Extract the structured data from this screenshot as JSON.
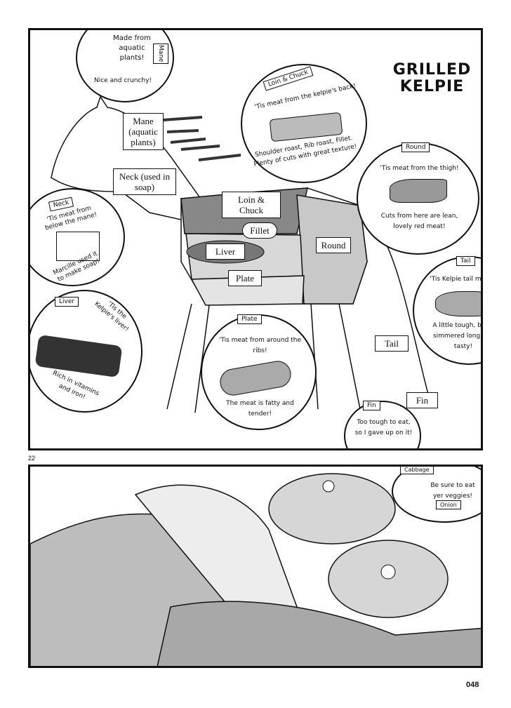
{
  "title": "GRILLED KELPIE",
  "page_number": "22",
  "folio": "048",
  "diagram_labels": {
    "mane": "Mane (aquatic plants)",
    "neck": "Neck (used in soap)",
    "loin_chuck": "Loin & Chuck",
    "fillet": "Fillet",
    "liver": "Liver",
    "plate": "Plate",
    "round": "Round",
    "tail": "Tail",
    "fin": "Fin"
  },
  "bubbles": {
    "mane": {
      "tag": "Mane",
      "line1": "Made from aquatic plants!",
      "line2": "Nice and crunchy!"
    },
    "loin_chuck": {
      "tag": "Loin & Chuck",
      "line1": "'Tis meat from the kelpie's back!",
      "line2": "Shoulder roast, Rib roast, Fillet. Plenty of cuts with great texture!"
    },
    "round": {
      "tag": "Round",
      "line1": "'Tis meat from the thigh!",
      "line2": "Cuts from here are lean, lovely red meat!"
    },
    "neck": {
      "tag": "Neck",
      "line1": "'Tis meat from below the mane!",
      "line2": "Marcille used it to make soap!"
    },
    "liver": {
      "tag": "Liver",
      "line1": "'Tis the Kelpie's liver!",
      "line2": "Rich in vitamins and iron!"
    },
    "tail": {
      "tag": "Tail",
      "line1": "'Tis Kelpie tail meat!",
      "line2": "A little tough, but if simmered long, it's tasty!"
    },
    "plate": {
      "tag": "Plate",
      "line1": "'Tis meat from around the ribs!",
      "line2": "The meat is fatty and tender!"
    },
    "fin": {
      "tag": "Fin",
      "line1": "Too tough to eat, so I gave up on it!"
    }
  },
  "bottom_panel": {
    "cabbage_tag": "Cabbage",
    "speech": "Be sure to eat yer veggies!",
    "onion_tag": "Onion"
  }
}
